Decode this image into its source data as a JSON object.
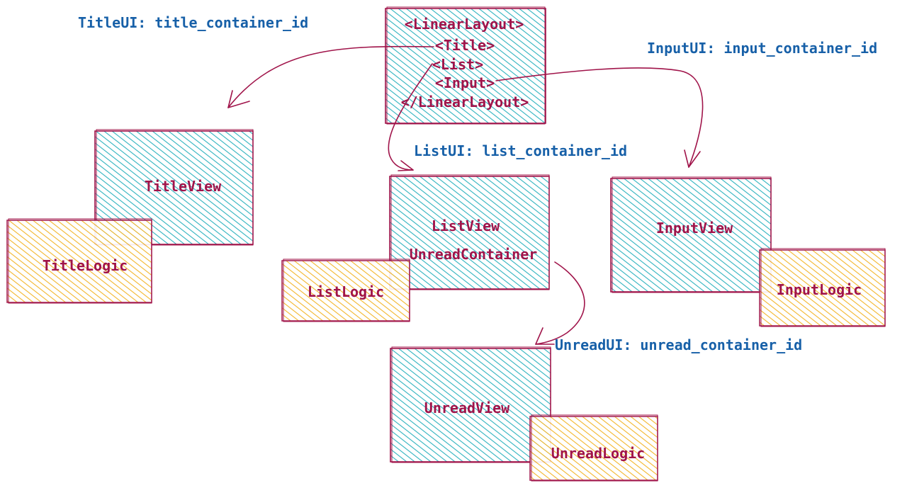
{
  "colors": {
    "view_fill": "#2fb3bf",
    "logic_fill": "#f2b11b",
    "stroke": "#a0144a",
    "label_blue": "#1760a8",
    "text_red": "#a0144a"
  },
  "layout_box": {
    "lines": [
      "<LinearLayout>",
      "<Title>",
      "<List>",
      "<Input>",
      "</LinearLayout>"
    ]
  },
  "labels": {
    "title_ui": "TitleUI: title_container_id",
    "input_ui": "InputUI: input_container_id",
    "list_ui": "ListUI: list_container_id",
    "unread_ui": "UnreadUI: unread_container_id"
  },
  "views": {
    "title": "TitleView",
    "list": "ListView",
    "list_sub": "UnreadContainer",
    "input": "InputView",
    "unread": "UnreadView"
  },
  "logic": {
    "title": "TitleLogic",
    "list": "ListLogic",
    "input": "InputLogic",
    "unread": "UnreadLogic"
  }
}
